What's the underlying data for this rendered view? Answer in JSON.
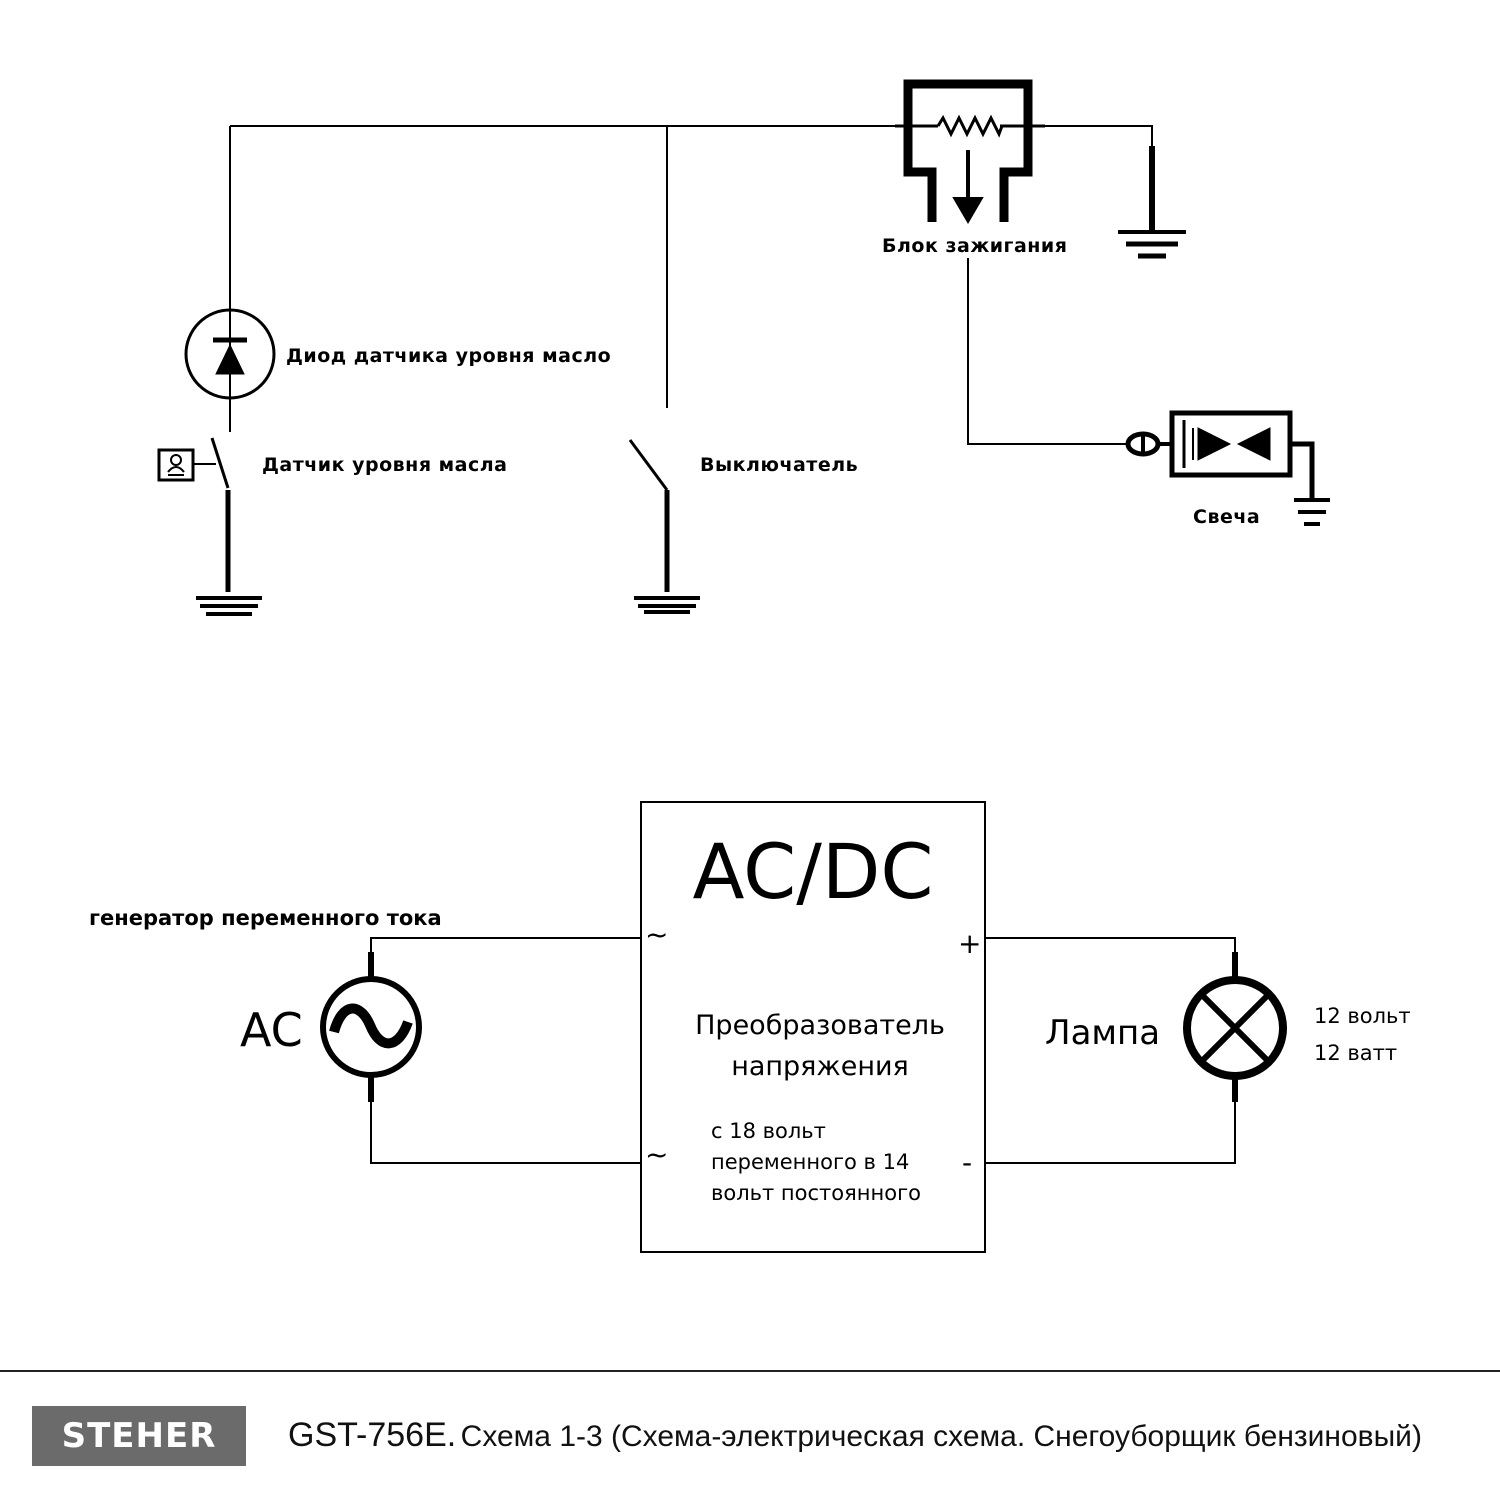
{
  "top_circuit": {
    "ignition_label": "Блок зажигания",
    "diode_label": "Диод датчика уровня масло",
    "oil_sensor_label": "Датчик уровня масла",
    "switch_label": "Выключатель",
    "spark_plug_label": "Свеча"
  },
  "bottom_circuit": {
    "generator_label": "генератор переменного тока",
    "ac_label": "AC",
    "converter_title": "AC/DC",
    "converter_name_line1": "Преобразователь",
    "converter_name_line2": "напряжения",
    "converter_desc_line1": "с 18 вольт",
    "converter_desc_line2": "переменного в 14",
    "converter_desc_line3": "вольт постоянного",
    "tilde_top": "~",
    "tilde_bottom": "~",
    "plus": "+",
    "minus": "-",
    "lamp_label": "Лампа",
    "lamp_voltage": "12 вольт",
    "lamp_power": "12 ватт"
  },
  "footer": {
    "logo_text": "STEHER",
    "model": "GST-756E.",
    "description": "Схема 1-3 (Схема-электрическая схема. Снегоуборщик бензиновый)"
  }
}
